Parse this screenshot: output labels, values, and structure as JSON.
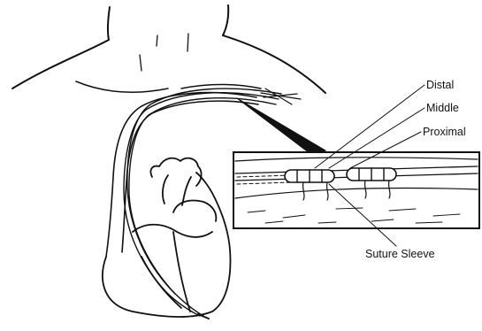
{
  "labels": {
    "distal": "Distal",
    "middle": "Middle",
    "proximal": "Proximal",
    "suture_sleeve": "Suture Sleeve"
  },
  "colors": {
    "ink": "#111111",
    "background": "#ffffff"
  }
}
